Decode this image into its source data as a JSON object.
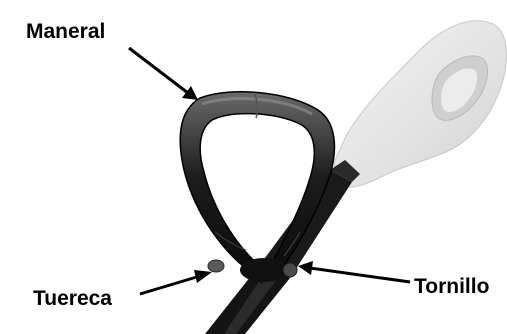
{
  "callouts": {
    "maneral": {
      "label": "Maneral"
    },
    "tuereca": {
      "label": "Tuereca"
    },
    "tornillo": {
      "label": "Tornillo"
    }
  }
}
